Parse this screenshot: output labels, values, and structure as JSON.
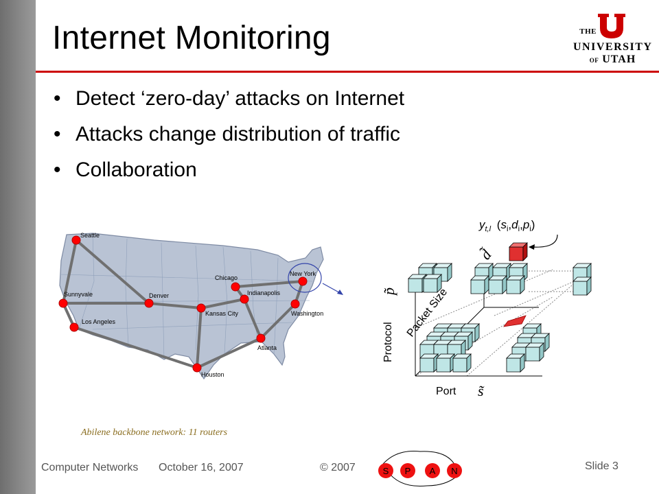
{
  "slide": {
    "title": "Internet Monitoring",
    "bullets": [
      "Detect ‘zero-day’ attacks on Internet",
      "Attacks change distribution of traffic",
      "Collaboration"
    ]
  },
  "logo": {
    "the": "THE",
    "university": "UNIVERSITY",
    "of": "OF",
    "utah": "UTAH",
    "color": "#cc0000"
  },
  "map": {
    "caption": "Abilene backbone network: 11 routers",
    "cities": [
      "Seattle",
      "Sunnyvale",
      "Los Angeles",
      "Denver",
      "Kansas City",
      "Houston",
      "Chicago",
      "Indianapolis",
      "Atlanta",
      "New York",
      "Washington"
    ],
    "router_color": "#ff0000",
    "link_color": "#808080"
  },
  "figure": {
    "y_label": "Protocol",
    "y_symbol": "p̃",
    "diag_label": "Packet Size",
    "diag_symbol": "d̃",
    "x_label": "Port",
    "x_symbol": "s̃",
    "formula_y": "y",
    "formula_sub": "t,l",
    "formula_args": [
      {
        "t": "(",
        "k": "n"
      },
      {
        "t": "s",
        "k": "i"
      },
      {
        "t": "i",
        "k": "s"
      },
      {
        "t": ",",
        "k": "n"
      },
      {
        "t": "d",
        "k": "i"
      },
      {
        "t": "i",
        "k": "s"
      },
      {
        "t": ",",
        "k": "n"
      },
      {
        "t": "p",
        "k": "i"
      },
      {
        "t": "i",
        "k": "s"
      },
      {
        "t": ")",
        "k": "n"
      }
    ],
    "cube_color": "#bfe6e6",
    "highlight_color": "#e03030"
  },
  "footer": {
    "course": "Computer Networks",
    "date": "October 16, 2007",
    "copyright": "© 2007",
    "slide_label": "Slide 3"
  },
  "span_logo": {
    "letters": [
      "S",
      "P",
      "A",
      "N"
    ],
    "color": "#ee1111"
  }
}
